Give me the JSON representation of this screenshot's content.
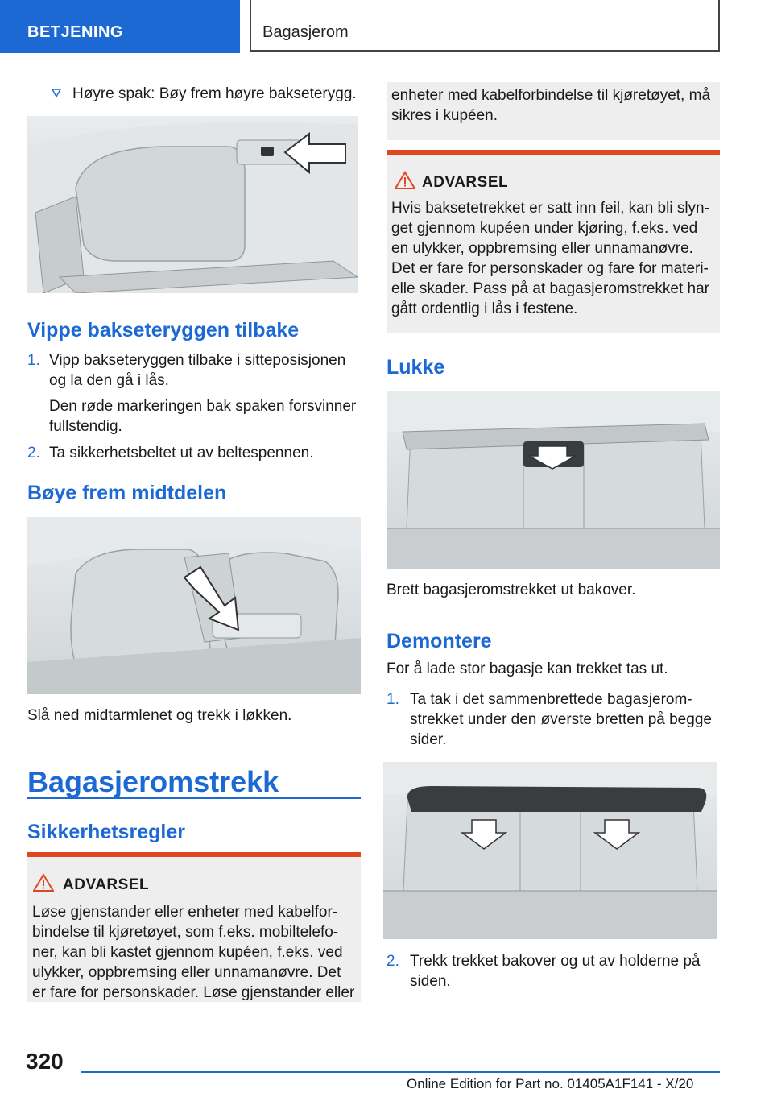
{
  "header": {
    "section": "BETJENING",
    "title": "Bagasjerom"
  },
  "left": {
    "bullet_text": "Høyre spak: Bøy frem høyre bakseterygg.",
    "h_vippe": "Vippe bakseteryggen tilbake",
    "steps_vippe": [
      {
        "num": "1.",
        "line1": "Vipp bakseteryggen tilbake i sitteposisjonen",
        "line2": "og la den gå i lås."
      },
      {
        "num": "2.",
        "line1": "Ta sikkerhetsbeltet ut av beltespennen."
      }
    ],
    "vippe_note1": "Den røde markeringen bak spaken forsvinner",
    "vippe_note2": "fullstendig.",
    "h_boye": "Bøye frem midtdelen",
    "caption_midt": "Slå ned midtarmlenet og trekk i løkken.",
    "h_bagasje": "Bagasjeromstrekk",
    "h_sikkerhet": "Sikkerhetsregler",
    "warning": {
      "title": "ADVARSEL",
      "lines": [
        "Løse gjenstander eller enheter med kabelfor-",
        "bindelse til kjøretøyet, som f.eks. mobiltelefo-",
        "ner, kan bli kastet gjennom kupéen, f.eks. ved",
        "ulykker, oppbremsing eller unnamanøvre. Det",
        "er fare for personskader. Løse gjenstander eller"
      ]
    }
  },
  "right": {
    "cont_lines": [
      "enheter med kabelforbindelse til kjøretøyet, må",
      "sikres i kupéen."
    ],
    "warning": {
      "title": "ADVARSEL",
      "lines": [
        "Hvis baksetetrekket er satt inn feil, kan bli slyn-",
        "get gjennom kupéen under kjøring, f.eks. ved",
        "en ulykker, oppbremsing eller unnamanøvre.",
        "Det er fare for personskader og fare for materi-",
        "elle skader. Pass på at bagasjeromstrekket har",
        "gått ordentlig i lås i festene."
      ]
    },
    "h_lukke": "Lukke",
    "caption_lukke": "Brett bagasjeromstrekket ut bakover.",
    "h_demontere": "Demontere",
    "demontere_intro": "For å lade stor bagasje kan trekket tas ut.",
    "steps_demontere": [
      {
        "num": "1.",
        "lines": [
          "Ta tak i det sammenbrettede bagasjerom-",
          "strekket under den øverste bretten på begge",
          "sider."
        ]
      },
      {
        "num": "2.",
        "lines": [
          "Trekk trekket bakover og ut av holderne på",
          "siden."
        ]
      }
    ]
  },
  "footer": {
    "page": "320",
    "edition": "Online Edition for Part no. 01405A1F141 - X/20"
  },
  "colors": {
    "accent": "#1c69d4",
    "warning_bar": "#e0461f",
    "warning_bg": "#eeeeee"
  },
  "icons": [
    "bullet-triangle-icon",
    "warning-triangle-icon",
    "arrow-icon"
  ]
}
